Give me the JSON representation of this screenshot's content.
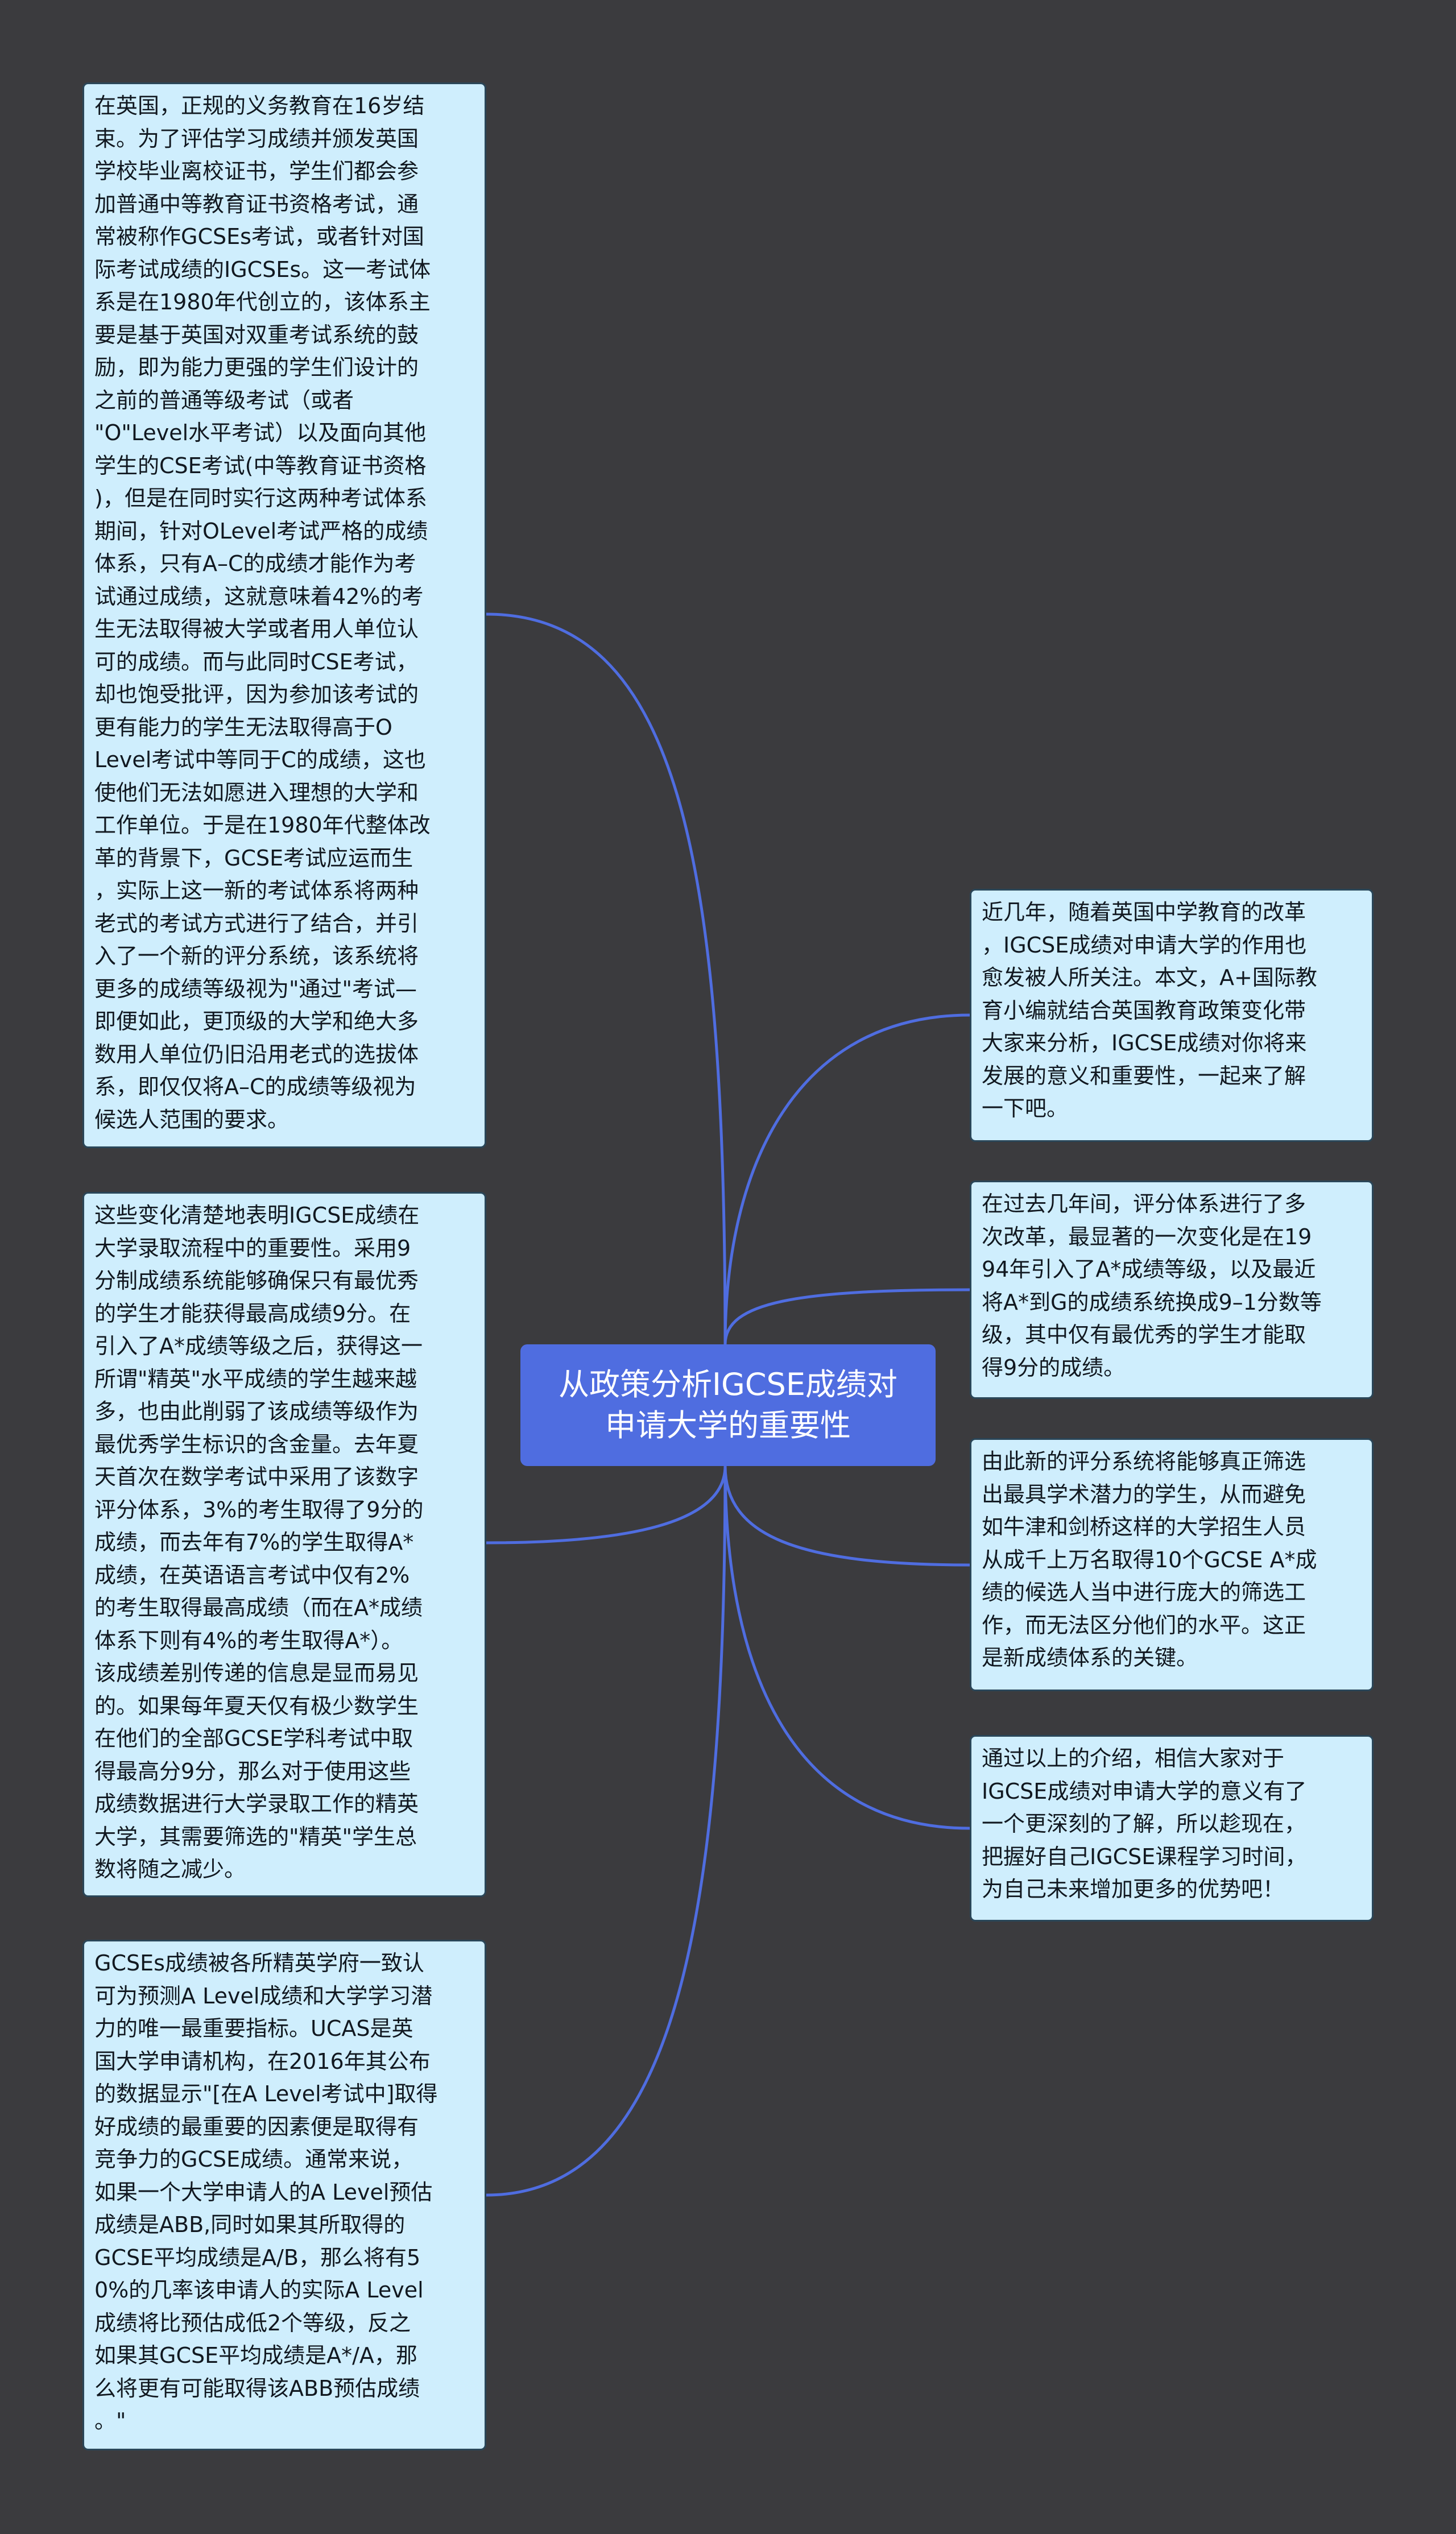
{
  "center_topic": "从政策分析IGCSE成绩对\n申请大学的重要性",
  "left_nodes": [
    {
      "id": "exam-history",
      "text": "在英国，正规的义务教育在16岁结\n束。为了评估学习成绩并颁发英国\n学校毕业离校证书，学生们都会参\n加普通中等教育证书资格考试，通\n常被称作GCSEs考试，或者针对国\n际考试成绩的IGCSEs。这一考试体\n系是在1980年代创立的，该体系主\n要是基于英国对双重考试系统的鼓\n励，即为能力更强的学生们设计的\n之前的普通等级考试（或者\n\"O\"Level水平考试）以及面向其他\n学生的CSE考试(中等教育证书资格\n)，但是在同时实行这两种考试体系\n期间，针对OLevel考试严格的成绩\n体系，只有A–C的成绩才能作为考\n试通过成绩，这就意味着42%的考\n生无法取得被大学或者用人单位认\n可的成绩。而与此同时CSE考试，\n却也饱受批评，因为参加该考试的\n更有能力的学生无法取得高于O\nLevel考试中等同于C的成绩，这也\n使他们无法如愿进入理想的大学和\n工作单位。于是在1980年代整体改\n革的背景下，GCSE考试应运而生\n，实际上这一新的考试体系将两种\n老式的考试方式进行了结合，并引\n入了一个新的评分系统，该系统将\n更多的成绩等级视为\"通过\"考试—\n即便如此，更顶级的大学和绝大多\n数用人单位仍旧沿用老式的选拔体\n系，即仅仅将A–C的成绩等级视为\n候选人范围的要求。"
    },
    {
      "id": "elite-grading",
      "text": "这些变化清楚地表明IGCSE成绩在\n大学录取流程中的重要性。采用9\n分制成绩系统能够确保只有最优秀\n的学生才能获得最高成绩9分。在\n引入了A*成绩等级之后，获得这一\n所谓\"精英\"水平成绩的学生越来越\n多，也由此削弱了该成绩等级作为\n最优秀学生标识的含金量。去年夏\n天首次在数学考试中采用了该数字\n评分体系，3%的考生取得了9分的\n成绩，而去年有7%的学生取得A*\n成绩，在英语语言考试中仅有2%\n的考生取得最高成绩（而在A*成绩\n体系下则有4%的考生取得A*）。\n该成绩差别传递的信息是显而易见\n的。如果每年夏天仅有极少数学生\n在他们的全部GCSE学科考试中取\n得最高分9分，那么对于使用这些\n成绩数据进行大学录取工作的精英\n大学，其需要筛选的\"精英\"学生总\n数将随之减少。"
    },
    {
      "id": "ucas-data",
      "text": "GCSEs成绩被各所精英学府一致认\n可为预测A Level成绩和大学学习潜\n力的唯一最重要指标。UCAS是英\n国大学申请机构，在2016年其公布\n的数据显示\"[在A Level考试中]取得\n好成绩的最重要的因素便是取得有\n竞争力的GCSE成绩。通常来说，\n如果一个大学申请人的A Level预估\n成绩是ABB,同时如果其所取得的\nGCSE平均成绩是A/B，那么将有5\n0%的几率该申请人的实际A Level\n成绩将比预估成低2个等级，反之\n如果其GCSE平均成绩是A*/A，那\n么将更有可能取得该ABB预估成绩\n。\""
    }
  ],
  "right_nodes": [
    {
      "id": "intro",
      "text": "近几年，随着英国中学教育的改革\n，IGCSE成绩对申请大学的作用也\n愈发被人所关注。本文，A+国际教\n育小编就结合英国教育政策变化带\n大家来分析，IGCSE成绩对你将来\n发展的意义和重要性，一起来了解\n一下吧。"
    },
    {
      "id": "grading-reform",
      "text": "在过去几年间，评分体系进行了多\n次改革，最显著的一次变化是在19\n94年引入了A*成绩等级，以及最近\n将A*到G的成绩系统换成9–1分数等\n级，其中仅有最优秀的学生才能取\n得9分的成绩。"
    },
    {
      "id": "selection",
      "text": "由此新的评分系统将能够真正筛选\n出最具学术潜力的学生，从而避免\n如牛津和剑桥这样的大学招生人员\n从成千上万名取得10个GCSE A*成\n绩的候选人当中进行庞大的筛选工\n作，而无法区分他们的水平。这正\n是新成绩体系的关键。"
    },
    {
      "id": "conclusion",
      "text": "通过以上的介绍，相信大家对于\nIGCSE成绩对申请大学的意义有了\n一个更深刻的了解，所以趁现在，\n把握好自己IGCSE课程学习时间，\n为自己未来增加更多的优势吧！"
    }
  ],
  "colors": {
    "background": "#3b3b3e",
    "node_fill": "#cfeefd",
    "node_border": "#2a4658",
    "center_fill": "#4f6de0",
    "center_text": "#ffffff",
    "connector": "#4f6de0"
  }
}
